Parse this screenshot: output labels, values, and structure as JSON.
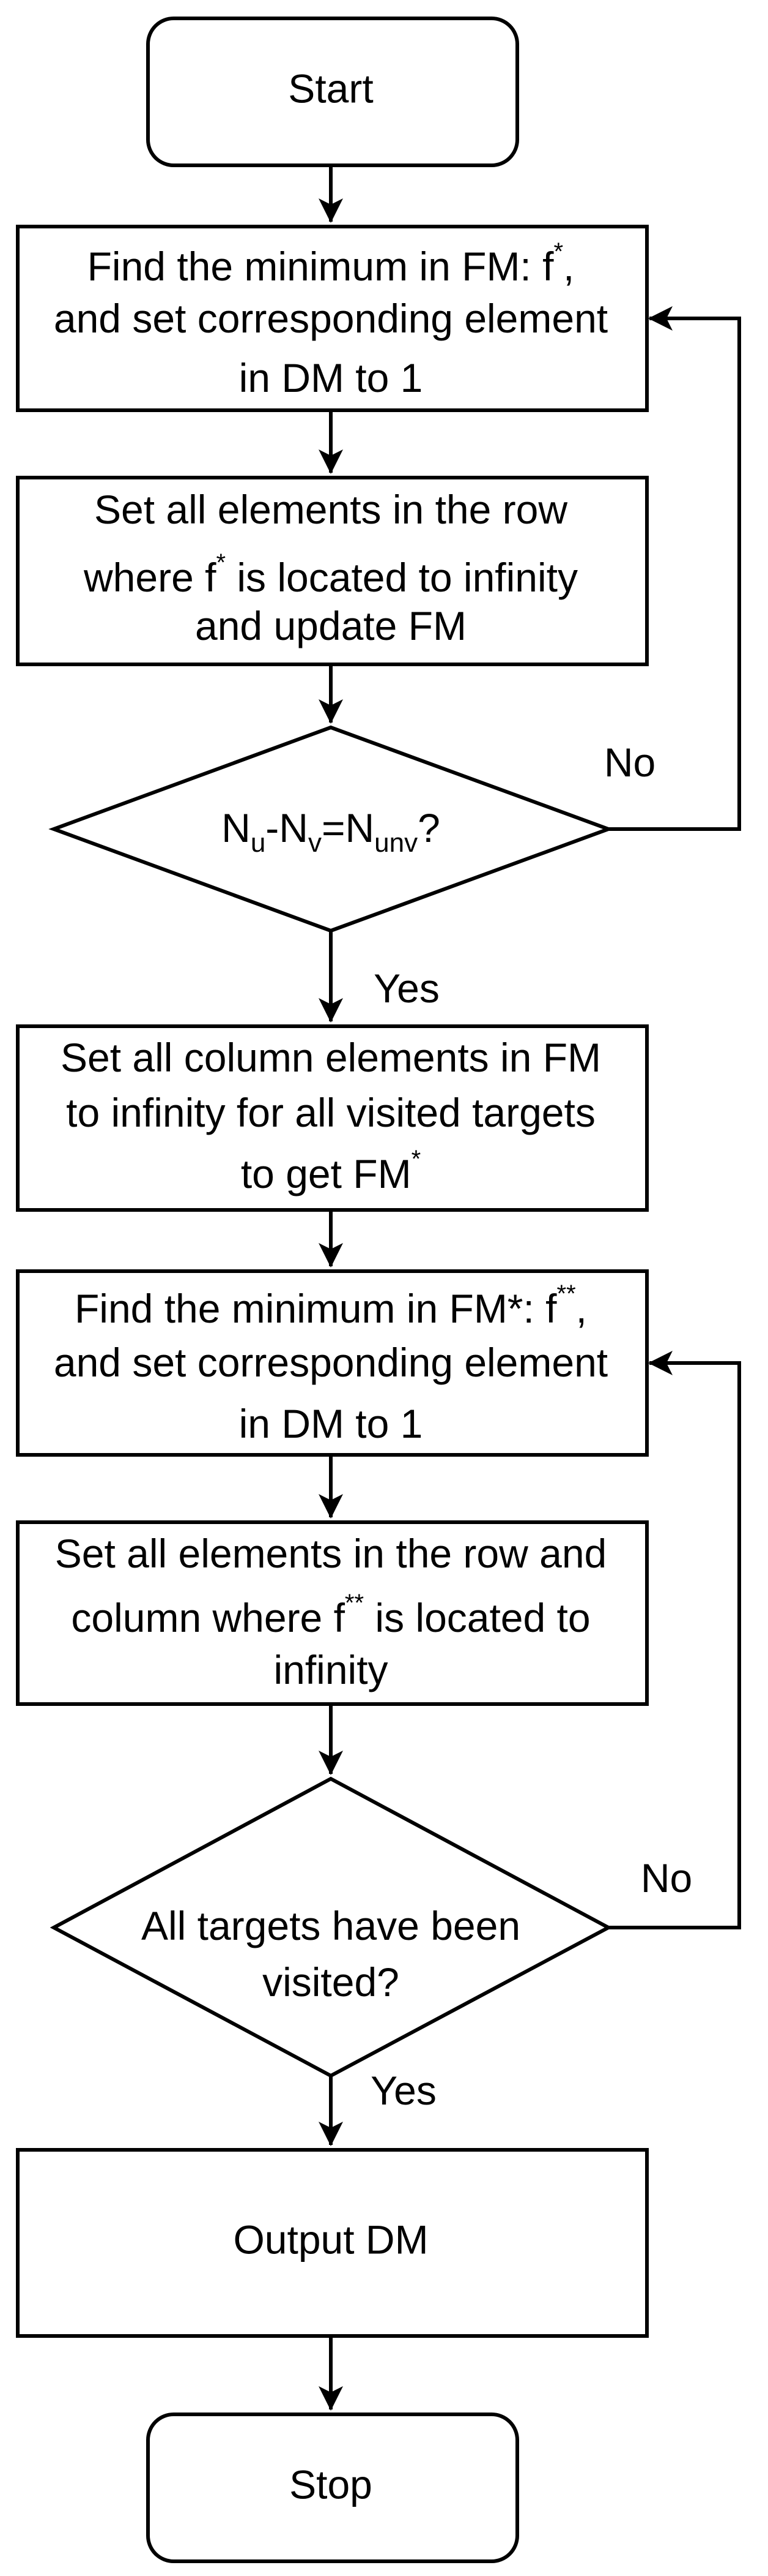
{
  "nodes": {
    "start": {
      "text": "Start"
    },
    "find_min_fm": {
      "line1_a": "Find the minimum in FM: f",
      "line1_sup": "*",
      "line1_b": ",",
      "line2": "and set corresponding element",
      "line3": "in DM to 1"
    },
    "set_row_infinity": {
      "line1": "Set all elements in the row",
      "line2_a": "where f",
      "line2_sup": "*",
      "line2_b": " is located to infinity",
      "line3": "and update FM"
    },
    "decision_count": {
      "n1": "N",
      "n1_sub": "u",
      "dash": "-",
      "n2": "N",
      "n2_sub": "v",
      "eq": "=",
      "n3": "N",
      "n3_sub": "unv",
      "q": "?"
    },
    "set_column_infinity": {
      "line1": "Set all column elements in FM",
      "line2": "to infinity for all visited targets",
      "line3_a": "to get FM",
      "line3_sup": "*"
    },
    "find_min_fm_star": {
      "line1_a": "Find the minimum in FM*: f",
      "line1_sup": "**",
      "line1_b": ",",
      "line2": "and set corresponding element",
      "line3": "in DM to 1"
    },
    "set_row_column_infinity": {
      "line1": "Set all elements in the row and",
      "line2_a": "column where f",
      "line2_sup": "**",
      "line2_b": " is located to",
      "line3": "infinity"
    },
    "decision_visited": {
      "line1": "All targets have been",
      "line2": "visited?"
    },
    "output": {
      "text": "Output DM"
    },
    "stop": {
      "text": "Stop"
    }
  },
  "edges": {
    "no_1": "No",
    "yes_1": "Yes",
    "no_2": "No",
    "yes_2": "Yes"
  },
  "colors": {
    "stroke": "#000000",
    "fill": "#ffffff",
    "text": "#000000"
  }
}
